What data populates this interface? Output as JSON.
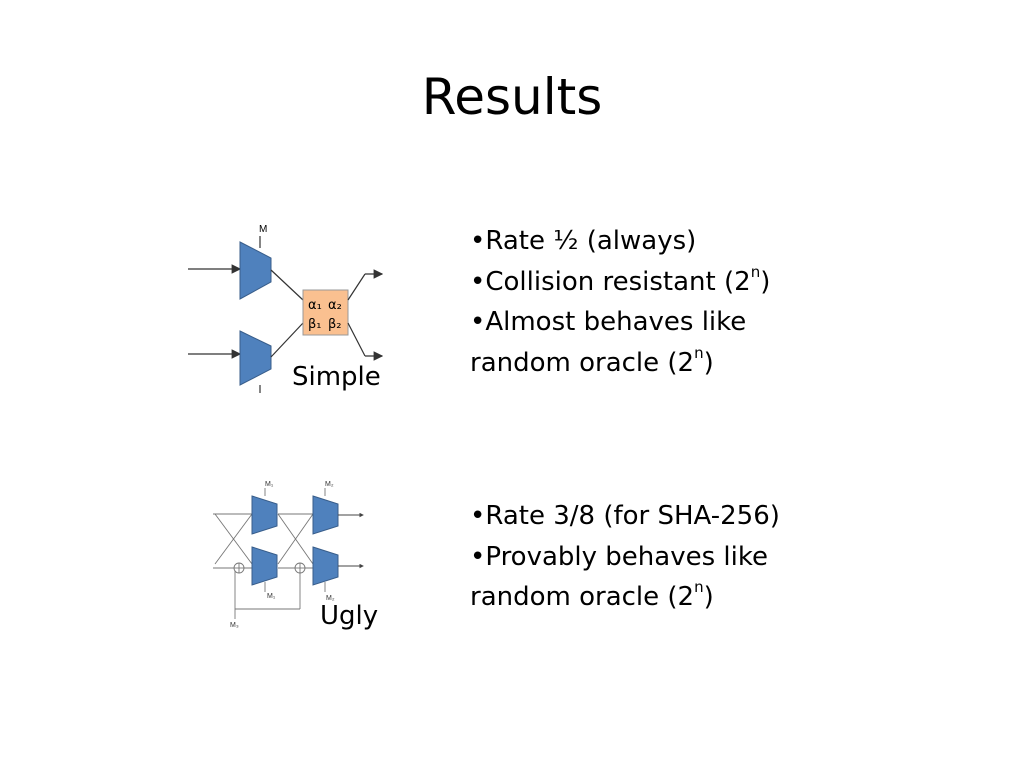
{
  "slide": {
    "title": "Results"
  },
  "simple": {
    "caption": "Simple",
    "diagram": {
      "input_label": "M",
      "matrix": [
        [
          "α₁",
          "α₂"
        ],
        [
          "β₁",
          "β₂"
        ]
      ]
    },
    "bullets": [
      {
        "bullet": "•",
        "text": "Rate ½ (always)"
      },
      {
        "bullet": "•",
        "text": "Collision resistant (2",
        "sup": "n",
        "tail": ")"
      },
      {
        "bullet": "•",
        "text": "Almost behaves like",
        "line2": "random oracle (2",
        "sup": "n",
        "tail": ")"
      }
    ]
  },
  "ugly": {
    "caption": "Ugly",
    "diagram": {
      "labels": [
        "M₁",
        "M₂",
        "M₁",
        "M₂",
        "M₃"
      ]
    },
    "bullets": [
      {
        "bullet": "•",
        "text": "Rate 3/8 (for SHA-256)"
      },
      {
        "bullet": "•",
        "text": "Provably behaves like",
        "line2": "random oracle (2",
        "sup": "n",
        "tail": ")"
      }
    ]
  },
  "colors": {
    "block_fill": "#4F81BD",
    "block_stroke": "#385D8A",
    "matrix_fill": "#FAC090",
    "line": "#555555"
  }
}
